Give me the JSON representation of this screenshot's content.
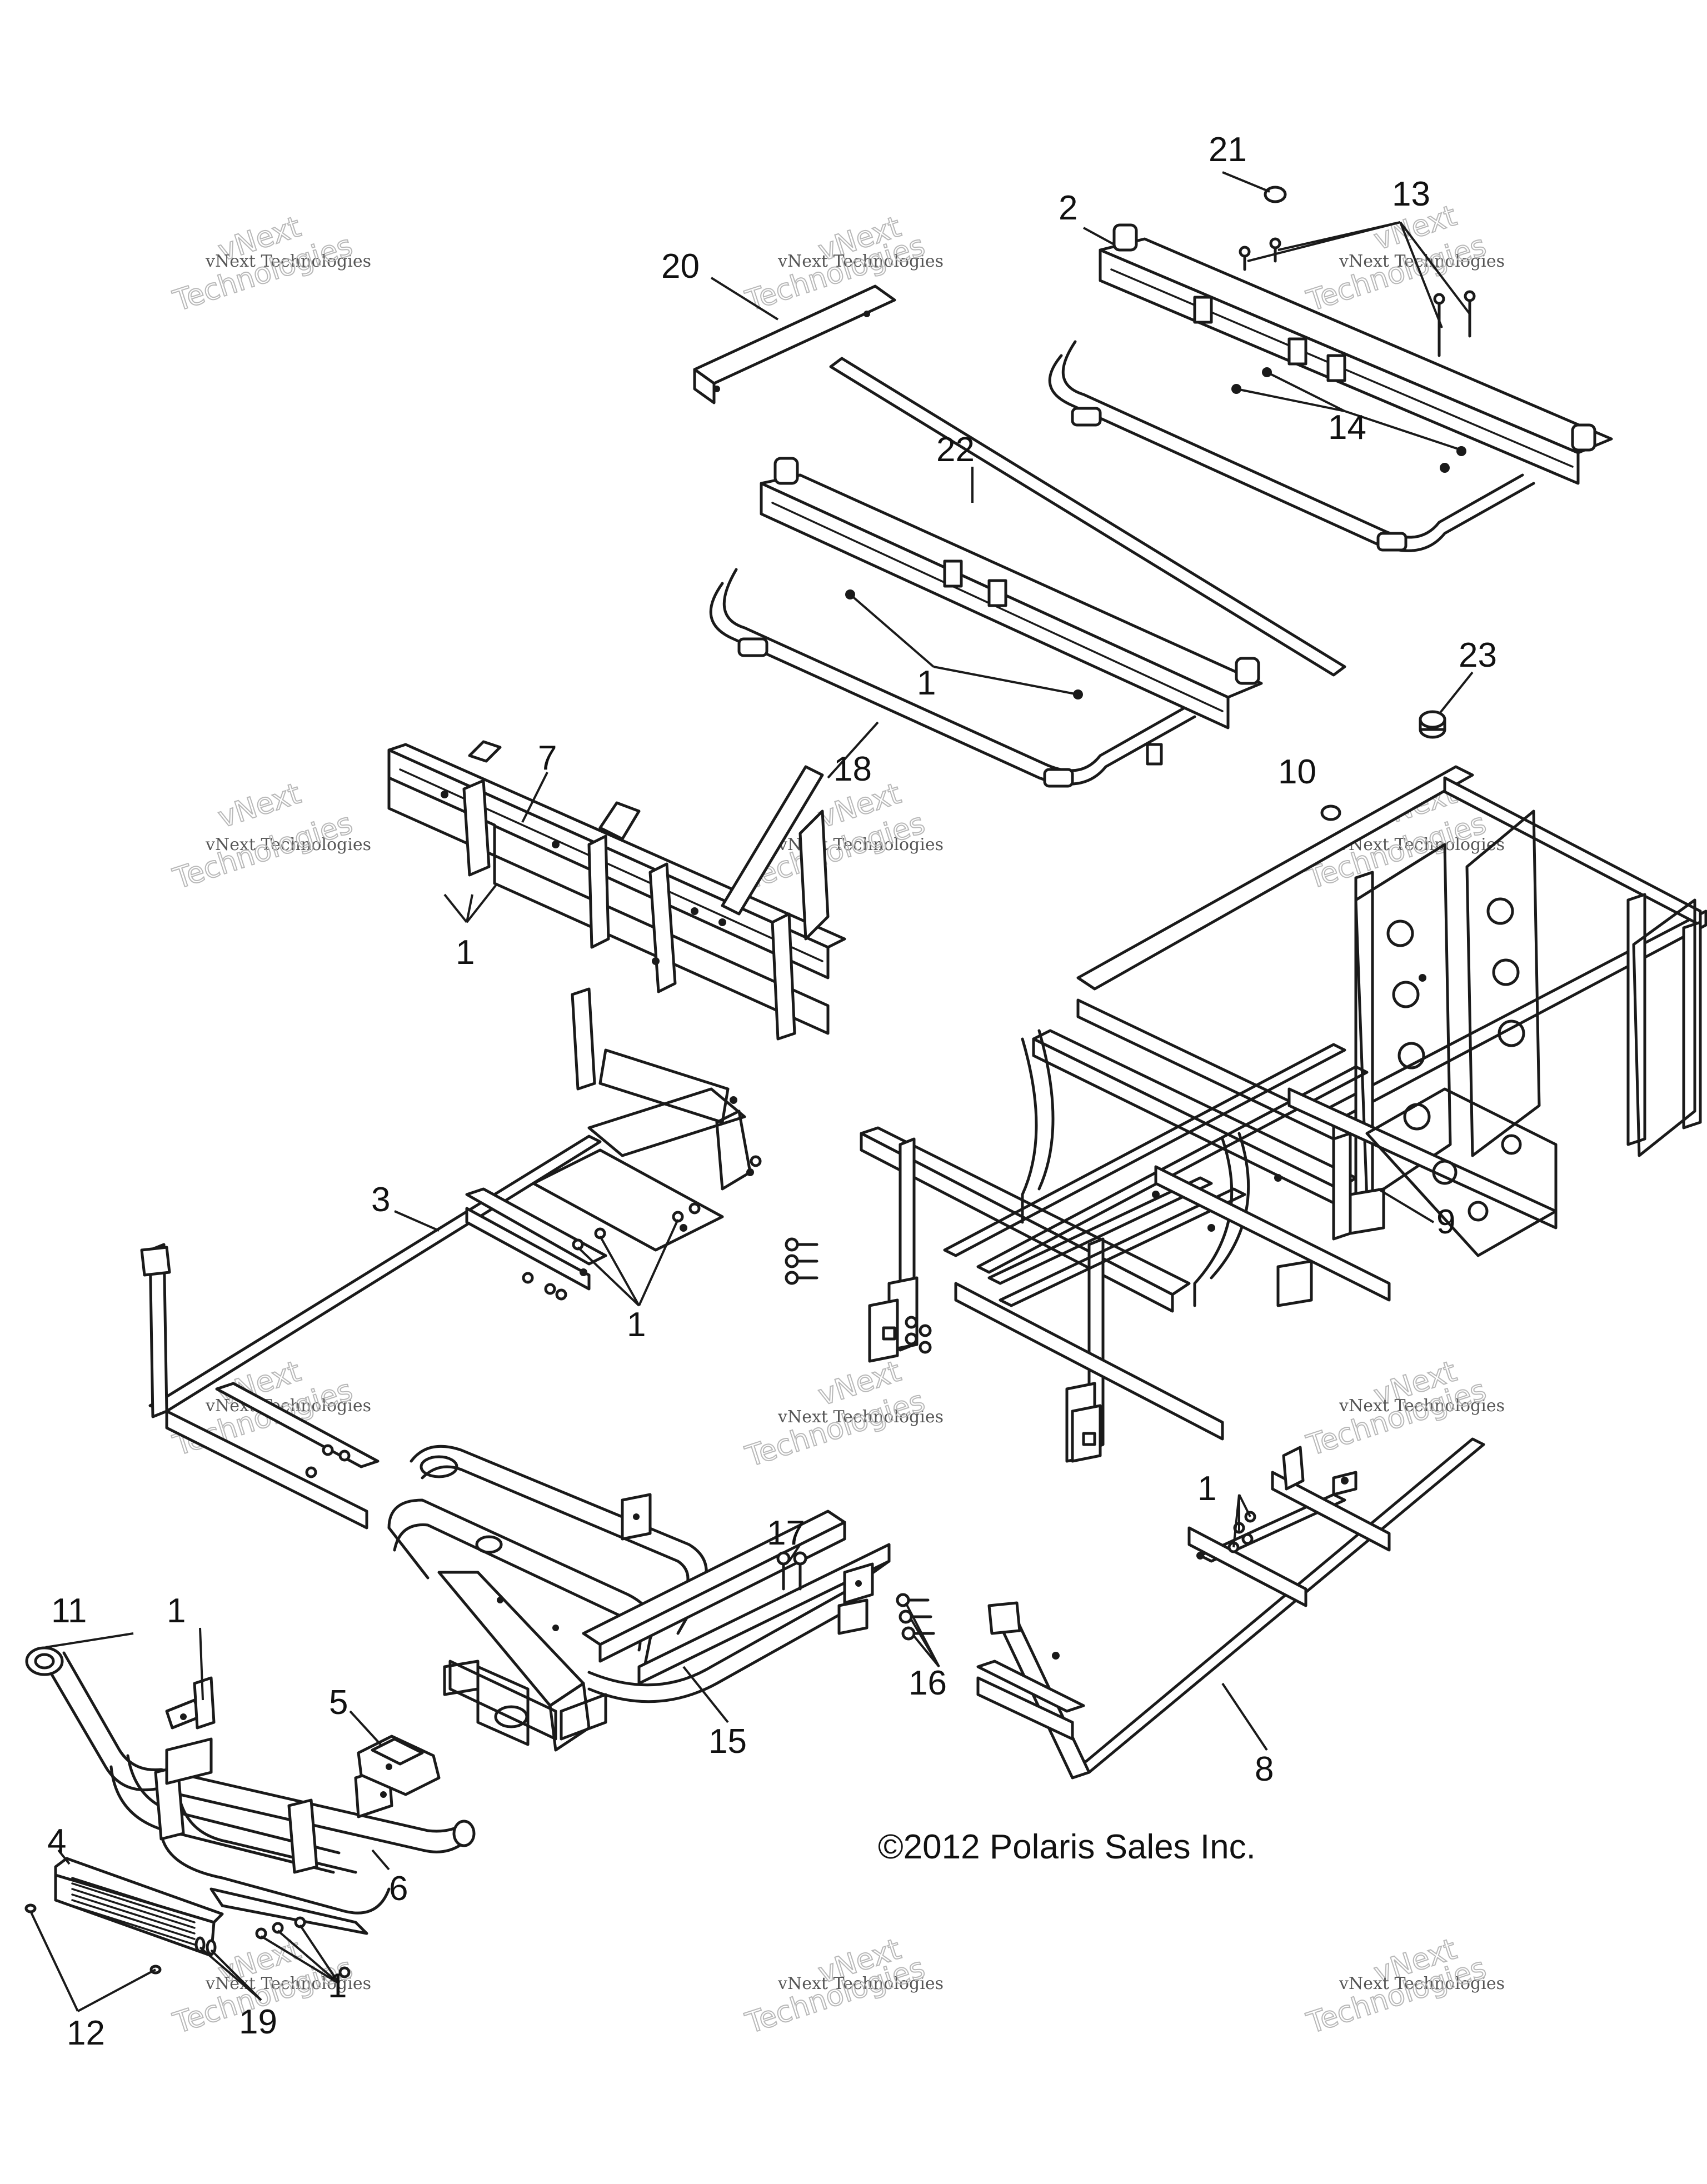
{
  "copyright": "©2012 Polaris Sales Inc.",
  "watermark": {
    "line1": "vNext",
    "line2": "vNext Technologies",
    "line3": "Technologies"
  },
  "callouts": {
    "c1a": "1",
    "c1b": "1",
    "c1c": "1",
    "c1d": "1",
    "c1e": "1",
    "c1f": "1",
    "c2": "2",
    "c3": "3",
    "c4": "4",
    "c5": "5",
    "c6": "6",
    "c7": "7",
    "c8": "8",
    "c9": "9",
    "c10": "10",
    "c11": "11",
    "c12": "12",
    "c13": "13",
    "c14": "14",
    "c15": "15",
    "c16": "16",
    "c17": "17",
    "c18": "18",
    "c19": "19",
    "c20": "20",
    "c21": "21",
    "c22": "22",
    "c23": "23"
  }
}
